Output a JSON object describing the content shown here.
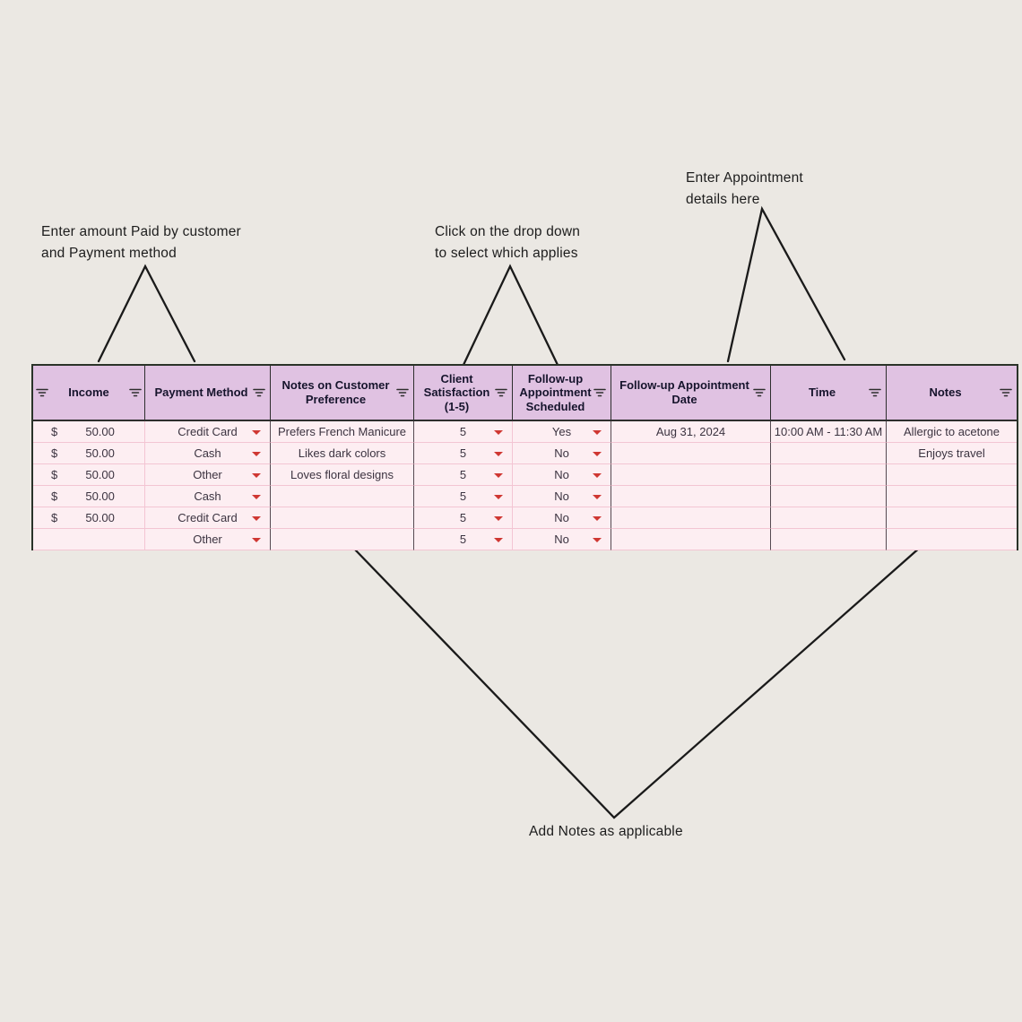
{
  "annotations": {
    "income_payment": {
      "line1": "Enter amount Paid by customer",
      "line2": "and Payment method"
    },
    "dropdown": {
      "line1": "Click on the drop down",
      "line2": "to select which applies"
    },
    "appointment": {
      "line1": "Enter Appointment",
      "line2": "details here"
    },
    "notes": {
      "label": "Add Notes as applicable"
    }
  },
  "table": {
    "headers": [
      "Income",
      "Payment Method",
      "Notes on Customer Preference",
      "Client Satisfaction (1-5)",
      "Follow-up Appointment Scheduled",
      "Follow-up Appointment Date",
      "Time",
      "Notes"
    ],
    "rows": [
      {
        "currency": "$",
        "income": "50.00",
        "payment_method": "Credit Card",
        "preference": "Prefers French Manicure",
        "satisfaction": "5",
        "scheduled": "Yes",
        "date": "Aug 31, 2024",
        "time": "10:00 AM - 11:30 AM",
        "notes": "Allergic to acetone"
      },
      {
        "currency": "$",
        "income": "50.00",
        "payment_method": "Cash",
        "preference": "Likes dark colors",
        "satisfaction": "5",
        "scheduled": "No",
        "date": "",
        "time": "",
        "notes": "Enjoys travel"
      },
      {
        "currency": "$",
        "income": "50.00",
        "payment_method": "Other",
        "preference": "Loves floral designs",
        "satisfaction": "5",
        "scheduled": "No",
        "date": "",
        "time": "",
        "notes": ""
      },
      {
        "currency": "$",
        "income": "50.00",
        "payment_method": "Cash",
        "preference": "",
        "satisfaction": "5",
        "scheduled": "No",
        "date": "",
        "time": "",
        "notes": ""
      },
      {
        "currency": "$",
        "income": "50.00",
        "payment_method": "Credit Card",
        "preference": "",
        "satisfaction": "5",
        "scheduled": "No",
        "date": "",
        "time": "",
        "notes": ""
      },
      {
        "currency": "",
        "income": "",
        "payment_method": "Other",
        "preference": "",
        "satisfaction": "5",
        "scheduled": "No",
        "date": "",
        "time": "",
        "notes": ""
      }
    ]
  },
  "colors": {
    "page_bg": "#ebe8e3",
    "header_bg": "#e0c2e2",
    "row_bg": "#fdeef2",
    "row_border": "#f3c5d3",
    "dropdown_arrow": "#cf3732",
    "annotation_line": "#1a1a1a"
  }
}
